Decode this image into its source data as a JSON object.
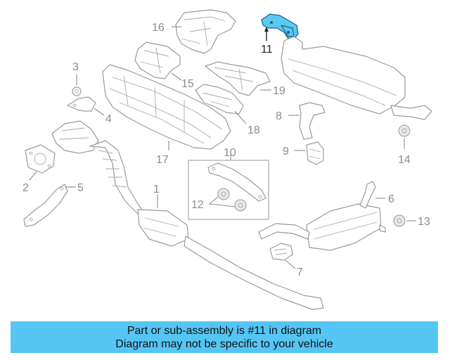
{
  "callouts": {
    "c1": "1",
    "c2": "2",
    "c3": "3",
    "c4": "4",
    "c5": "5",
    "c6": "6",
    "c7": "7",
    "c8": "8",
    "c9": "9",
    "c10": "10",
    "c11": "11",
    "c12": "12",
    "c13": "13",
    "c14": "14",
    "c15": "15",
    "c16": "16",
    "c17": "17",
    "c18": "18",
    "c19": "19"
  },
  "highlighted_part": "11",
  "colors": {
    "highlight": "#5bc8f0",
    "banner": "#55c6f4",
    "line": "#9a9a9a"
  },
  "banner": {
    "line1": "Part or sub-assembly is #11 in diagram",
    "line2": "Diagram may not be specific to your vehicle"
  }
}
